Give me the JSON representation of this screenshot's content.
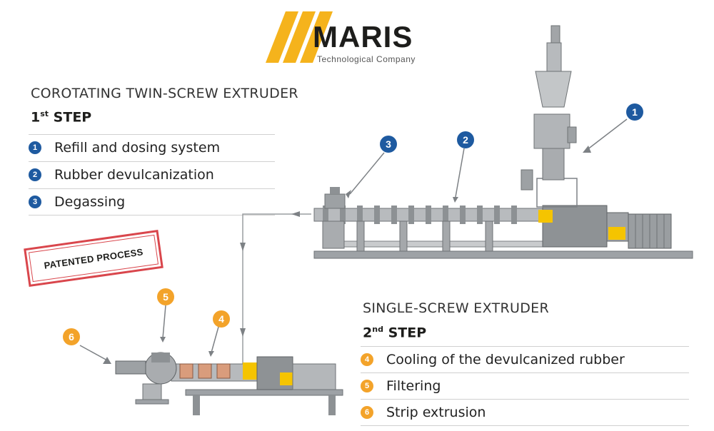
{
  "logo": {
    "brand": "MARIS",
    "tagline": "Technological Company",
    "accent": "#f5b31c"
  },
  "step1": {
    "title": "COROTATING TWIN-SCREW EXTRUDER",
    "step_number": "1",
    "step_suffix": "st",
    "step_word": "STEP",
    "items": [
      {
        "number": "1",
        "label": "Refill and dosing system"
      },
      {
        "number": "2",
        "label": "Rubber devulcanization"
      },
      {
        "number": "3",
        "label": "Degassing"
      }
    ]
  },
  "step2": {
    "title": "SINGLE-SCREW EXTRUDER",
    "step_number": "2",
    "step_suffix": "nd",
    "step_word": "STEP",
    "items": [
      {
        "number": "4",
        "label": "Cooling of the devulcanized rubber"
      },
      {
        "number": "5",
        "label": "Filtering"
      },
      {
        "number": "6",
        "label": "Strip extrusion"
      }
    ]
  },
  "stamp": {
    "label": "PATENTED PROCESS",
    "color": "#d9464c"
  },
  "callouts": {
    "c1": "1",
    "c2": "2",
    "c3": "3",
    "c4": "4",
    "c5": "5",
    "c6": "6"
  },
  "colors": {
    "blue": "#1e5aa0",
    "orange": "#f3a32a",
    "machine": "#8a8d90",
    "yellow": "#f5c400"
  }
}
